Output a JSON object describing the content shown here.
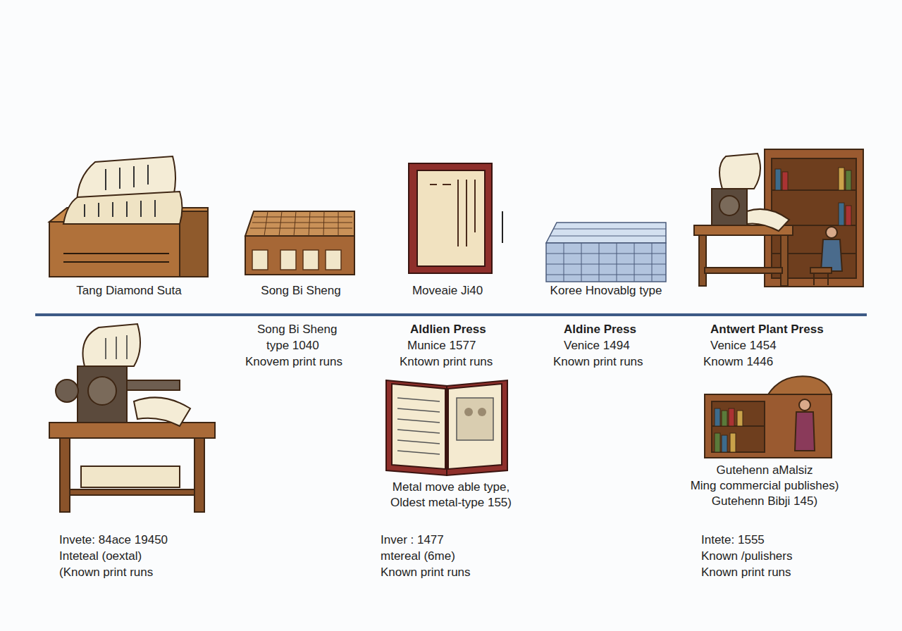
{
  "diagram": {
    "labels": [
      "Tang Diamond Suta",
      "Song Bi Sheng",
      "Moveaie Ji40",
      "Koree Hnovablg type",
      "Song Bi Sheng",
      "type 1040",
      "Knovem print runs",
      "Aldlien Press",
      "Munice 1577",
      "Kntown print runs",
      "Aldine Press",
      "Venice 1494",
      "Known print runs",
      "Antwert Plant Press",
      "Venice 1454",
      "Knowm 1446",
      "Metal move able type,",
      "Oldest metal-type 155)",
      "Gutehenn aMalsiz",
      "Ming commercial publishes)",
      "Gutehenn Bibji 145)",
      "Invete: 84ace 19450",
      "Inteteal (oextal)",
      "(Known print runs",
      "Inver : 1477",
      "mtereal (6me)",
      "Known print runs",
      "Intete: 1555",
      "Known /pulishers",
      "Known print runs"
    ]
  }
}
